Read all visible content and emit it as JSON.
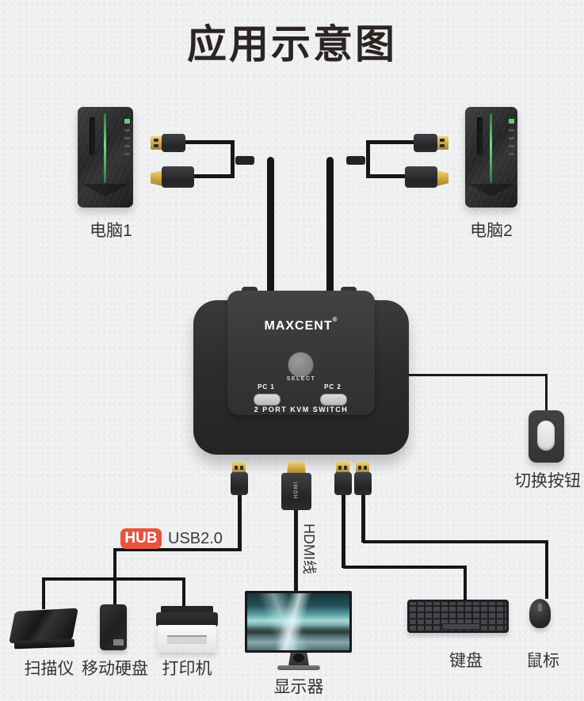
{
  "title": "应用示意图",
  "kvm": {
    "brand": "MAXCENT",
    "reg_mark": "®",
    "select_button": "SELECT",
    "pc1": "PC 1",
    "pc2": "PC 2",
    "model": "2 PORT KVM SWITCH",
    "hdmi_marking": "HDMI"
  },
  "labels": {
    "computer1": "电脑1",
    "computer2": "电脑2",
    "switch_button": "切换按钮",
    "hub_badge": "HUB",
    "hub_standard": "USB2.0",
    "hdmi_cable": "HDMI线",
    "scanner": "扫描仪",
    "mobile_hard_drive": "移动硬盘",
    "printer": "打印机",
    "monitor": "显示器",
    "keyboard": "键盘",
    "mouse": "鼠标"
  },
  "colors": {
    "background": "#edeff0",
    "title_text": "#2b2422",
    "label_text": "#333333",
    "wire": "#161616",
    "hub_badge_red": "#e8533d",
    "device_black": "#2b2c2e",
    "connector_gold": "#d4b04c",
    "power_stripe_green": "#5ed36a",
    "led_silver": "#c9cacc"
  }
}
